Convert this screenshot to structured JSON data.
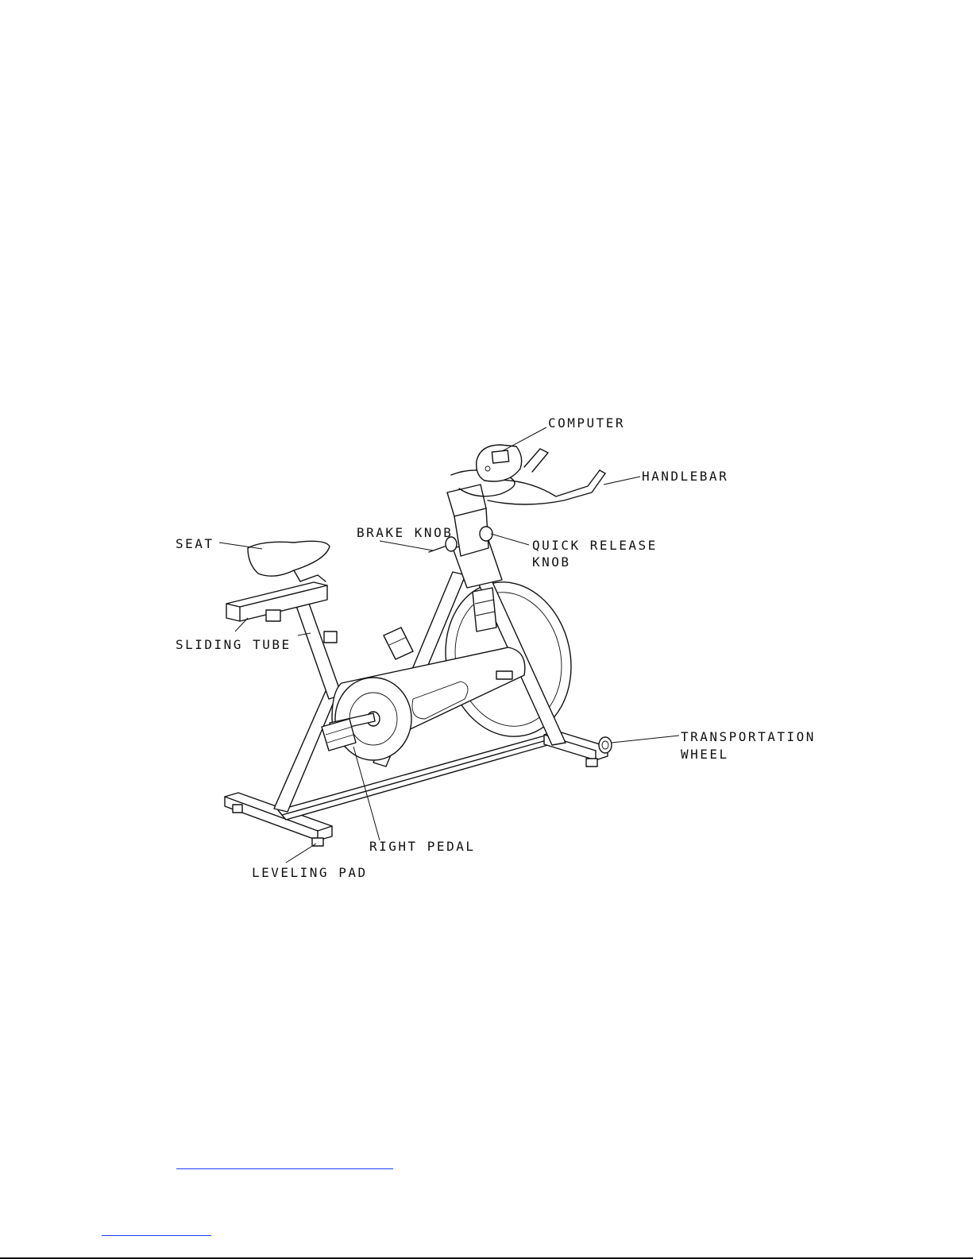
{
  "diagram": {
    "labels": {
      "computer": "COMPUTER",
      "handlebar": "HANDLEBAR",
      "seat": "SEAT",
      "brake_knob": "BRAKE KNOB",
      "quick_release_knob_line1": "QUICK RELEASE",
      "quick_release_knob_line2": "KNOB",
      "sliding_tube": "SLIDING TUBE",
      "transportation_wheel_line1": "TRANSPORTATION",
      "transportation_wheel_line2": "WHEEL",
      "right_pedal": "RIGHT PEDAL",
      "leveling_pad": "LEVELING PAD"
    }
  },
  "colors": {
    "line": "#111111",
    "link_rule": "#1a3cff",
    "background": "#ffffff"
  }
}
